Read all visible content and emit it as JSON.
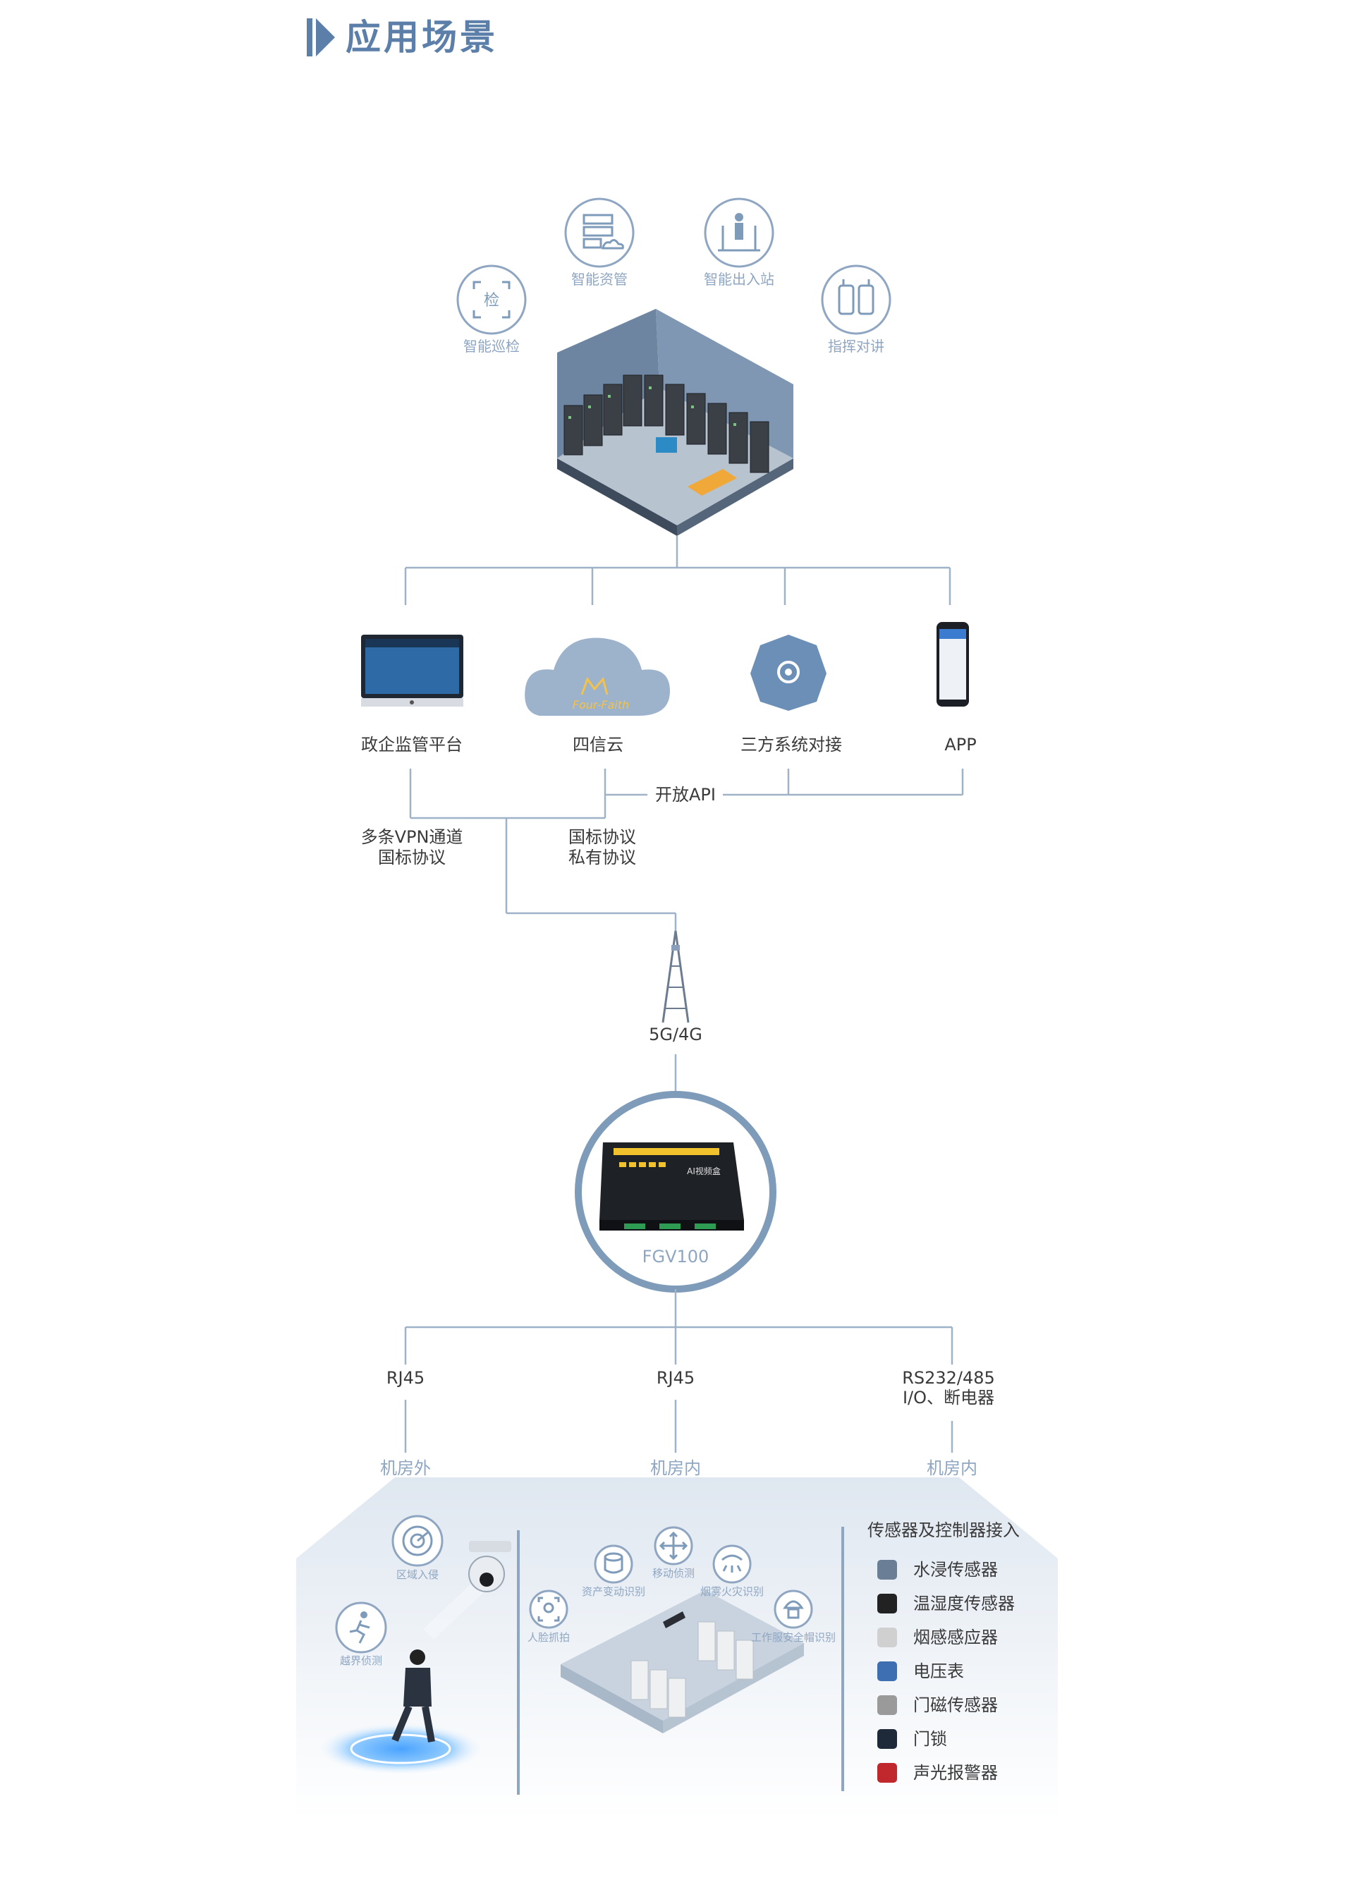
{
  "header": {
    "title": "应用场景"
  },
  "top_services": [
    {
      "label": "智能资管",
      "icon": "server-cloud-icon"
    },
    {
      "label": "智能出入站",
      "icon": "person-gate-icon"
    },
    {
      "label": "智能巡检",
      "icon": "inspection-icon"
    },
    {
      "label": "指挥对讲",
      "icon": "walkie-talkie-icon"
    }
  ],
  "platforms": [
    {
      "label": "政企监管平台",
      "icon": "monitor-icon"
    },
    {
      "label": "四信云",
      "icon": "cloud-icon"
    },
    {
      "label": "三方系统对接",
      "icon": "gear-hexagon-icon"
    },
    {
      "label": "APP",
      "icon": "smartphone-icon"
    }
  ],
  "cloud_logo_text": "Four-Faith",
  "open_api": "开放API",
  "vpn": {
    "line1": "多条VPN通道",
    "line2": "国标协议"
  },
  "protocol": {
    "line1": "国标协议",
    "line2": "私有协议"
  },
  "network": "5G/4G",
  "device": {
    "name": "FGV100",
    "screen_text": "AI视频盒"
  },
  "connections": [
    {
      "line1": "RJ45",
      "line2": "",
      "zone": "机房外"
    },
    {
      "line1": "RJ45",
      "line2": "",
      "zone": "机房内"
    },
    {
      "line1": "RS232/485",
      "line2": "I/O、断电器",
      "zone": "机房内"
    }
  ],
  "outside_features": [
    {
      "label": "区域入侵",
      "icon": "radar-icon"
    },
    {
      "label": "越界侦测",
      "icon": "running-person-icon"
    }
  ],
  "inside_features": [
    {
      "label": "资产变动识别",
      "icon": "database-icon"
    },
    {
      "label": "移动侦测",
      "icon": "move-arrows-icon"
    },
    {
      "label": "烟雾火灾识别",
      "icon": "smoke-icon"
    },
    {
      "label": "人脸抓拍",
      "icon": "face-icon"
    },
    {
      "label": "工作服安全帽识别",
      "icon": "helmet-icon"
    }
  ],
  "sensors": {
    "title": "传感器及控制器接入",
    "items": [
      {
        "label": "水浸传感器",
        "color": "#6a7f96"
      },
      {
        "label": "温湿度传感器",
        "color": "#222222"
      },
      {
        "label": "烟感感应器",
        "color": "#d0d0d0"
      },
      {
        "label": "电压表",
        "color": "#3f6fb3"
      },
      {
        "label": "门磁传感器",
        "color": "#9a9a9a"
      },
      {
        "label": "门锁",
        "color": "#1e2a3a"
      },
      {
        "label": "声光报警器",
        "color": "#c0282e"
      }
    ]
  },
  "colors": {
    "accent": "#5b7fa8",
    "line": "#9fb3c8",
    "label_blue": "#8fa6c2"
  }
}
